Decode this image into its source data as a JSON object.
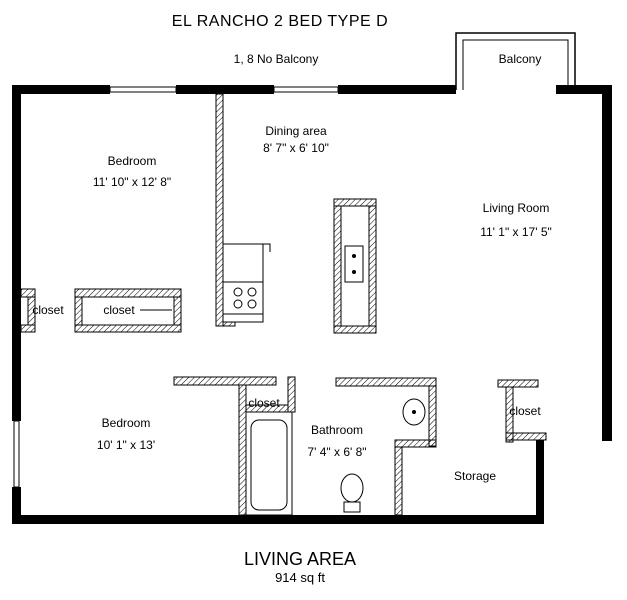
{
  "title": "EL RANCHO 2 BED TYPE D",
  "subtitle": "1, 8 No Balcony",
  "rooms": {
    "balcony": "Balcony",
    "dining_name": "Dining area",
    "dining_size": "8' 7\" x 6' 10\"",
    "bedroom1_name": "Bedroom",
    "bedroom1_size": "11' 10\" x 12' 8\"",
    "living_name": "Living Room",
    "living_size": "11' 1\" x 17' 5\"",
    "closet_a": "closet",
    "closet_b": "closet",
    "closet_c": "closet",
    "closet_d": "closet",
    "bedroom2_name": "Bedroom",
    "bedroom2_size": "10' 1\" x 13'",
    "bathroom_name": "Bathroom",
    "bathroom_size": "7' 4\" x 6' 8\"",
    "storage": "Storage"
  },
  "footer": {
    "area_label": "LIVING AREA",
    "area_value": "914 sq ft"
  }
}
